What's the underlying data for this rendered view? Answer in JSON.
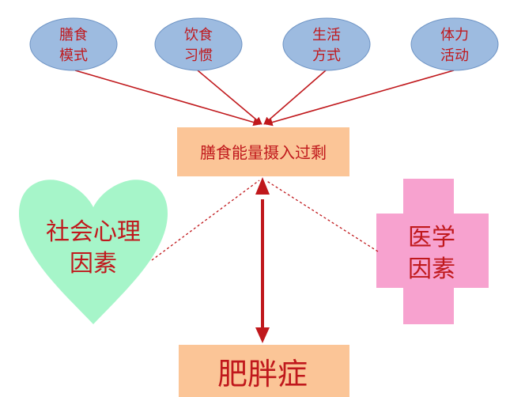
{
  "colors": {
    "ellipse_fill": "#9dbbe0",
    "ellipse_stroke": "#6d93c4",
    "box_fill": "#fbc597",
    "heart_fill": "#a6f5c9",
    "cross_fill": "#f7a2cf",
    "text": "#c0181c",
    "line": "#c0181c"
  },
  "factors": [
    {
      "line1": "膳食",
      "line2": "模式"
    },
    {
      "line1": "饮食",
      "line2": "习惯"
    },
    {
      "line1": "生活",
      "line2": "方式"
    },
    {
      "line1": "体力",
      "line2": "活动"
    }
  ],
  "center_box": {
    "label": "膳食能量摄入过剩"
  },
  "social": {
    "line1": "社会心理",
    "line2": "因素"
  },
  "medical": {
    "line1": "医学",
    "line2": "因素"
  },
  "result": {
    "label": "肥胖症"
  }
}
